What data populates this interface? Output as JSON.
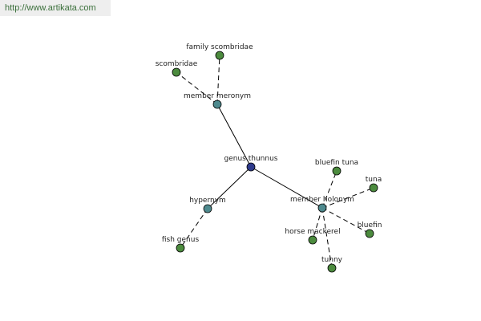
{
  "watermark": {
    "text": "http://www.artikata.com"
  },
  "colors": {
    "center": "#2e3a8c",
    "relation": "#4e8a8e",
    "leaf": "#4c8b3e"
  },
  "graph": {
    "nodes": [
      {
        "id": "center",
        "label": "genus thunnus",
        "kind": "center"
      },
      {
        "id": "member-meronym",
        "label": "member meronym",
        "kind": "relation"
      },
      {
        "id": "hypernym",
        "label": "hypernym",
        "kind": "relation"
      },
      {
        "id": "member-holonym",
        "label": "member holonym",
        "kind": "relation"
      },
      {
        "id": "family-scombridae",
        "label": "family scombridae",
        "kind": "leaf"
      },
      {
        "id": "scombridae",
        "label": "scombridae",
        "kind": "leaf"
      },
      {
        "id": "fish-genus",
        "label": "fish genus",
        "kind": "leaf"
      },
      {
        "id": "bluefin-tuna",
        "label": "bluefin tuna",
        "kind": "leaf"
      },
      {
        "id": "tuna",
        "label": "tuna",
        "kind": "leaf"
      },
      {
        "id": "bluefin",
        "label": "bluefin",
        "kind": "leaf"
      },
      {
        "id": "horse-mackerel",
        "label": "horse mackerel",
        "kind": "leaf"
      },
      {
        "id": "tunny",
        "label": "tunny",
        "kind": "leaf"
      }
    ],
    "edges": [
      {
        "from": "center",
        "to": "member-meronym",
        "style": "solid"
      },
      {
        "from": "center",
        "to": "hypernym",
        "style": "solid"
      },
      {
        "from": "center",
        "to": "member-holonym",
        "style": "solid"
      },
      {
        "from": "member-meronym",
        "to": "family-scombridae",
        "style": "dashed"
      },
      {
        "from": "member-meronym",
        "to": "scombridae",
        "style": "dashed"
      },
      {
        "from": "hypernym",
        "to": "fish-genus",
        "style": "dashed"
      },
      {
        "from": "member-holonym",
        "to": "bluefin-tuna",
        "style": "dashed"
      },
      {
        "from": "member-holonym",
        "to": "tuna",
        "style": "dashed"
      },
      {
        "from": "member-holonym",
        "to": "bluefin",
        "style": "dashed"
      },
      {
        "from": "member-holonym",
        "to": "horse-mackerel",
        "style": "dashed"
      },
      {
        "from": "member-holonym",
        "to": "tunny",
        "style": "dashed"
      }
    ]
  }
}
